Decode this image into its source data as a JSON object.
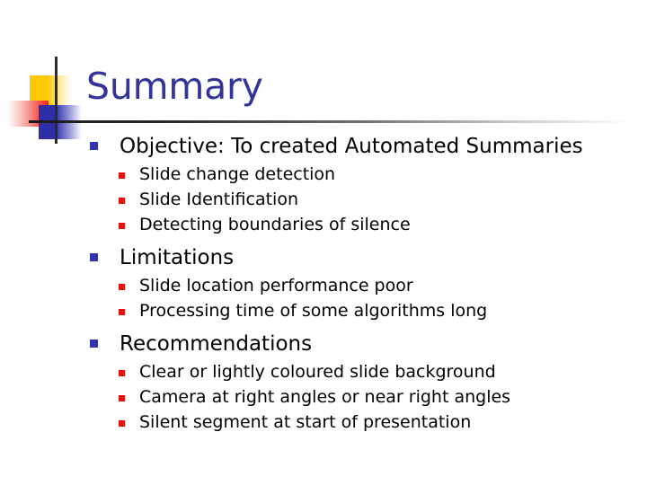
{
  "slide": {
    "title": "Summary",
    "title_color": "#333399",
    "background_color": "#FFFFFF",
    "body_text_color": "#000000",
    "level1_bullet_color": "#3333AA",
    "level2_bullet_color": "#E8110E",
    "logo": {
      "yellow_color": "#FFC800",
      "red_color": "#F22017",
      "blue_color": "#2E2EA8",
      "line_color": "#2B2B2B"
    },
    "sections": [
      {
        "heading": "Objective: To created Automated Summaries",
        "items": [
          "Slide change detection",
          "Slide Identification",
          "Detecting boundaries of silence"
        ]
      },
      {
        "heading": "Limitations",
        "items": [
          "Slide location performance poor",
          "Processing time of some algorithms long"
        ]
      },
      {
        "heading": "Recommendations",
        "items": [
          "Clear or lightly coloured slide background",
          "Camera at right angles or near right angles",
          "Silent segment at start of presentation"
        ]
      }
    ]
  }
}
